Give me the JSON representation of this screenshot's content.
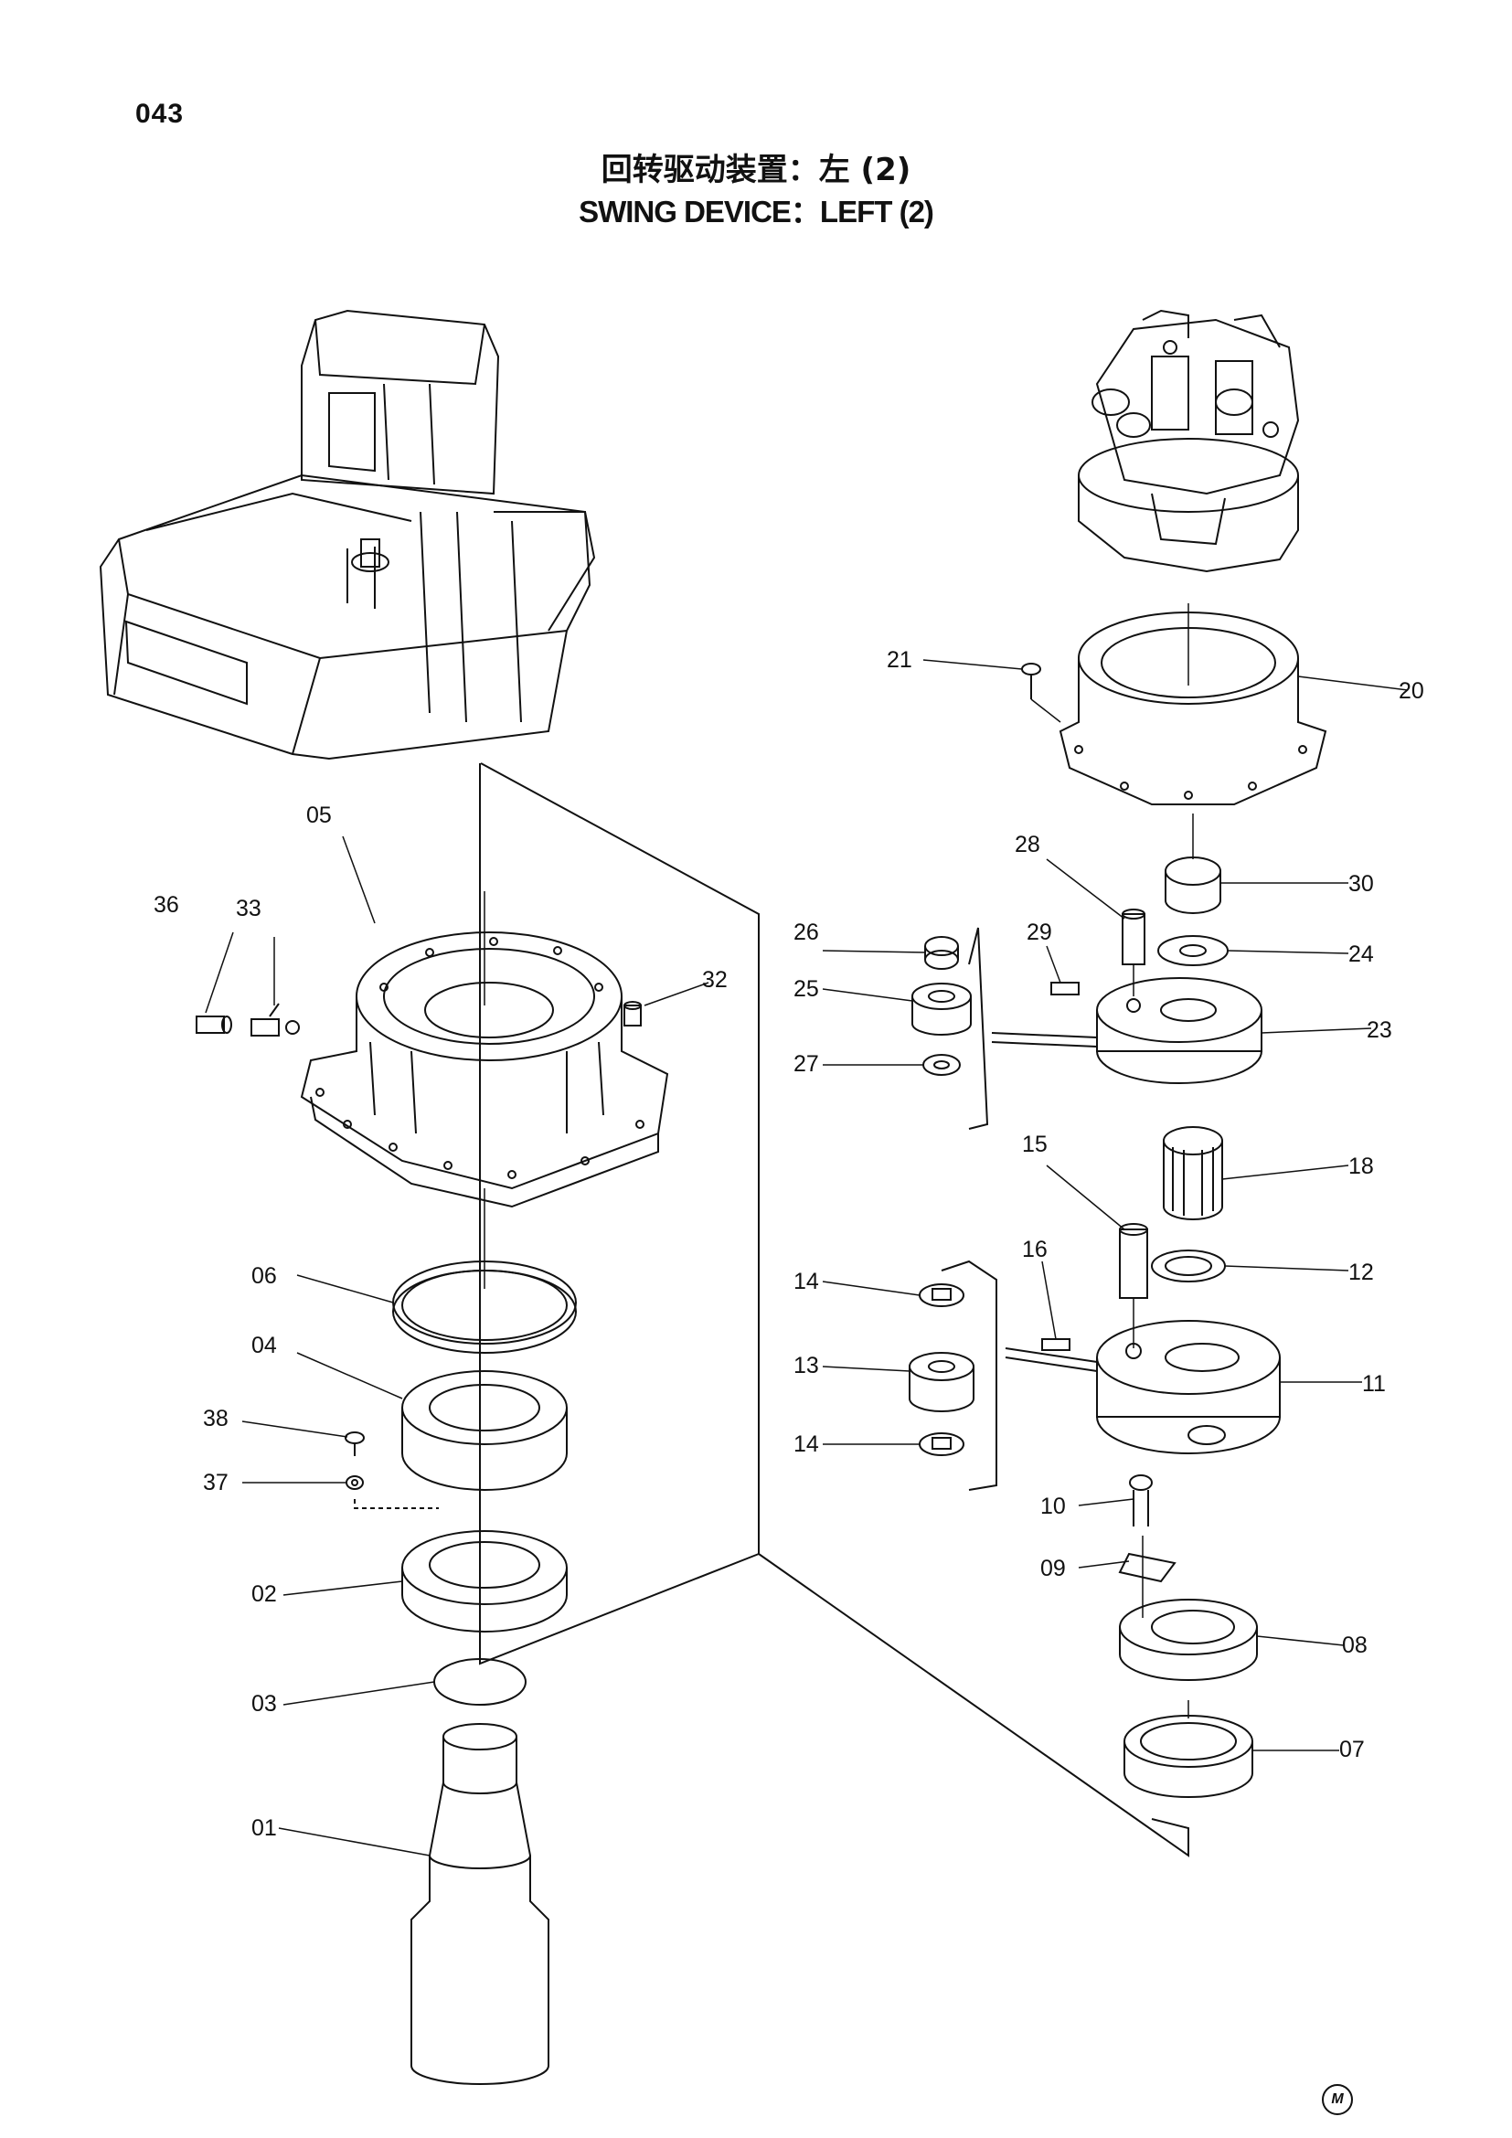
{
  "page": {
    "number": "043",
    "title_cn": "回转驱动装置：左 (2)",
    "title_en": "SWING DEVICE：LEFT (2)",
    "mark": "M"
  },
  "callouts": {
    "p01": "01",
    "p02": "02",
    "p03": "03",
    "p04": "04",
    "p05": "05",
    "p06": "06",
    "p07": "07",
    "p08": "08",
    "p09": "09",
    "p10": "10",
    "p11": "11",
    "p12": "12",
    "p13": "13",
    "p14a": "14",
    "p14b": "14",
    "p15": "15",
    "p16": "16",
    "p18": "18",
    "p20": "20",
    "p21": "21",
    "p23": "23",
    "p24": "24",
    "p25": "25",
    "p26": "26",
    "p27": "27",
    "p28": "28",
    "p29": "29",
    "p30": "30",
    "p32": "32",
    "p33": "33",
    "p36": "36",
    "p37": "37",
    "p38": "38"
  }
}
